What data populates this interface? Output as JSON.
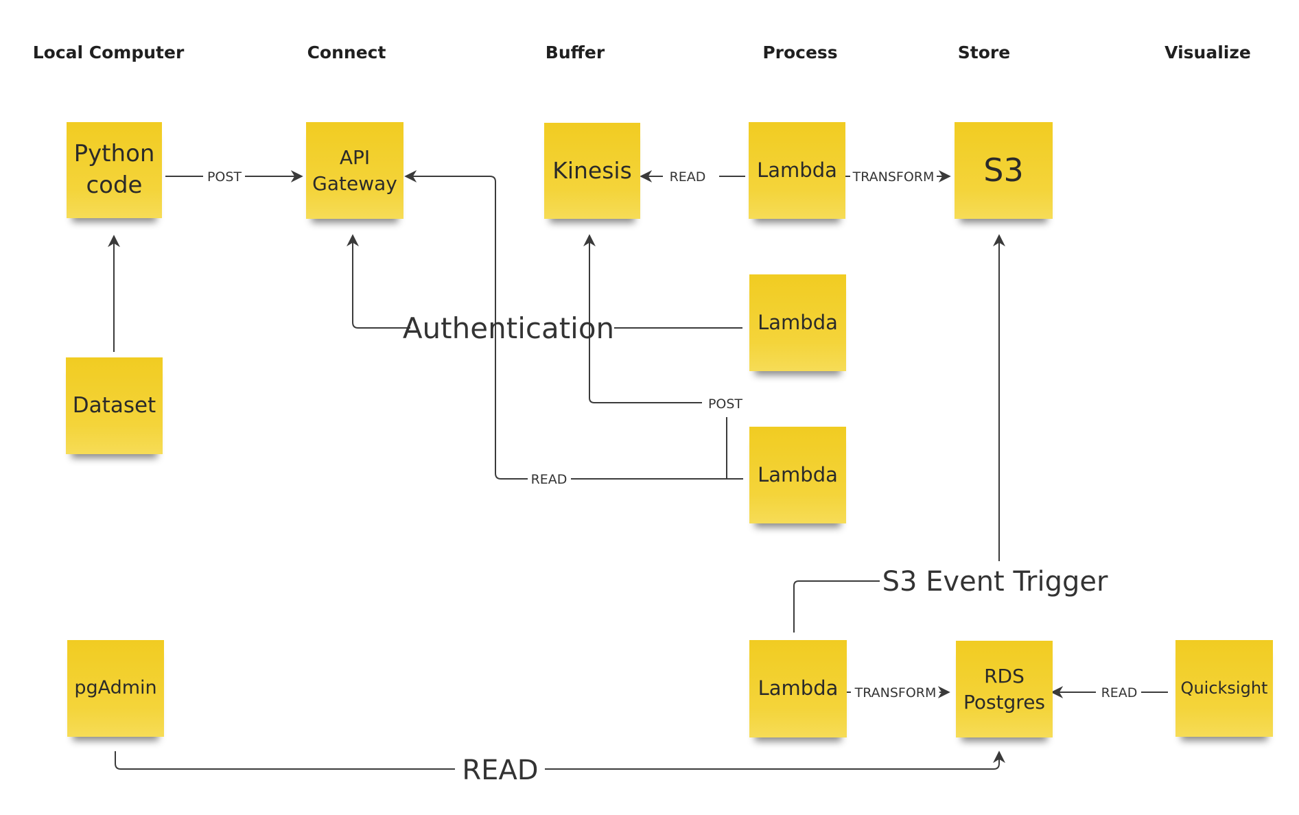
{
  "headers": {
    "local_computer": "Local Computer",
    "connect": "Connect",
    "buffer": "Buffer",
    "process": "Process",
    "store": "Store",
    "visualize": "Visualize"
  },
  "notes": {
    "python_code": "Python\ncode",
    "dataset": "Dataset",
    "pgadmin": "pgAdmin",
    "api_gateway": "API\nGateway",
    "kinesis": "Kinesis",
    "lambda_top": "Lambda",
    "lambda_auth": "Lambda",
    "lambda_read": "Lambda",
    "lambda_bottom": "Lambda",
    "s3": "S3",
    "rds_postgres": "RDS\nPostgres",
    "quicksight": "Quicksight"
  },
  "edges": {
    "post_python_api": "POST",
    "read_lambda_kinesis": "READ",
    "transform_lambda_s3": "TRANSFORM",
    "authentication": "Authentication",
    "post_lambda_kinesis": "POST",
    "read_lambda_api": "READ",
    "s3_event_trigger": "S3 Event Trigger",
    "transform_lambda_rds": "TRANSFORM",
    "read_quicksight_rds": "READ",
    "read_pgadmin_rds": "READ"
  },
  "colors": {
    "sticky": "#f4d43a",
    "line": "#3a3a3a",
    "text": "#2a2a2a"
  }
}
